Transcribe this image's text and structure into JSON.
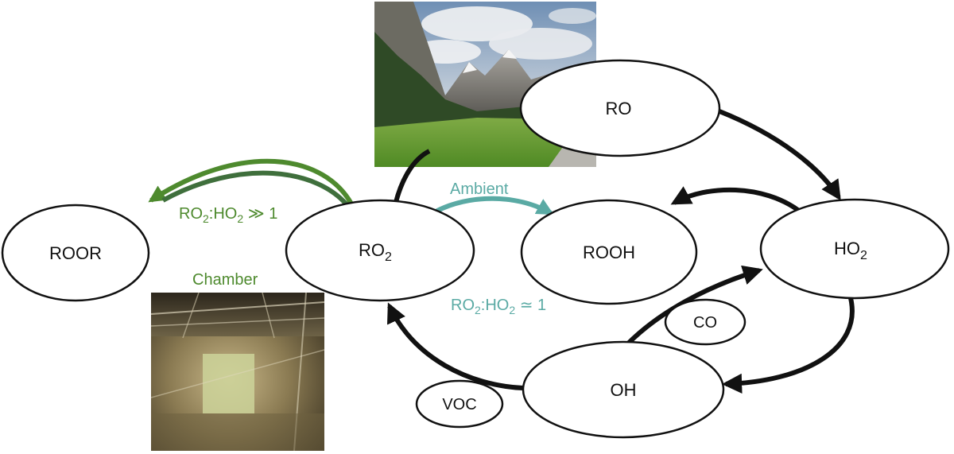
{
  "colors": {
    "chamber": "#4e8a2e",
    "chamber_dark": "#3f6f3c",
    "ambient": "#5aaaa4",
    "cycle": "#111111"
  },
  "nodes": {
    "roor": {
      "label": "ROOR"
    },
    "ro2": {
      "label": "RO",
      "sub": "2"
    },
    "rooh": {
      "label": "ROOH"
    },
    "ho2": {
      "label": "HO",
      "sub": "2"
    },
    "ro": {
      "label": "RO"
    },
    "oh": {
      "label": "OH"
    },
    "co": {
      "label": "CO"
    },
    "voc": {
      "label": "VOC"
    }
  },
  "annotations": {
    "chamber": {
      "title": "Chamber",
      "ratio_a": "RO",
      "ratio_a_sub": "2",
      "ratio_b": ":HO",
      "ratio_b_sub": "2",
      "ratio_rel": " ≫ 1"
    },
    "ambient": {
      "title": "Ambient",
      "ratio_a": "RO",
      "ratio_a_sub": "2",
      "ratio_b": ":HO",
      "ratio_b_sub": "2",
      "ratio_rel": " ≃ 1"
    }
  },
  "photos": {
    "ambient": {
      "name": "mountain-valley-photo"
    },
    "chamber": {
      "name": "chamber-interior-photo"
    }
  }
}
